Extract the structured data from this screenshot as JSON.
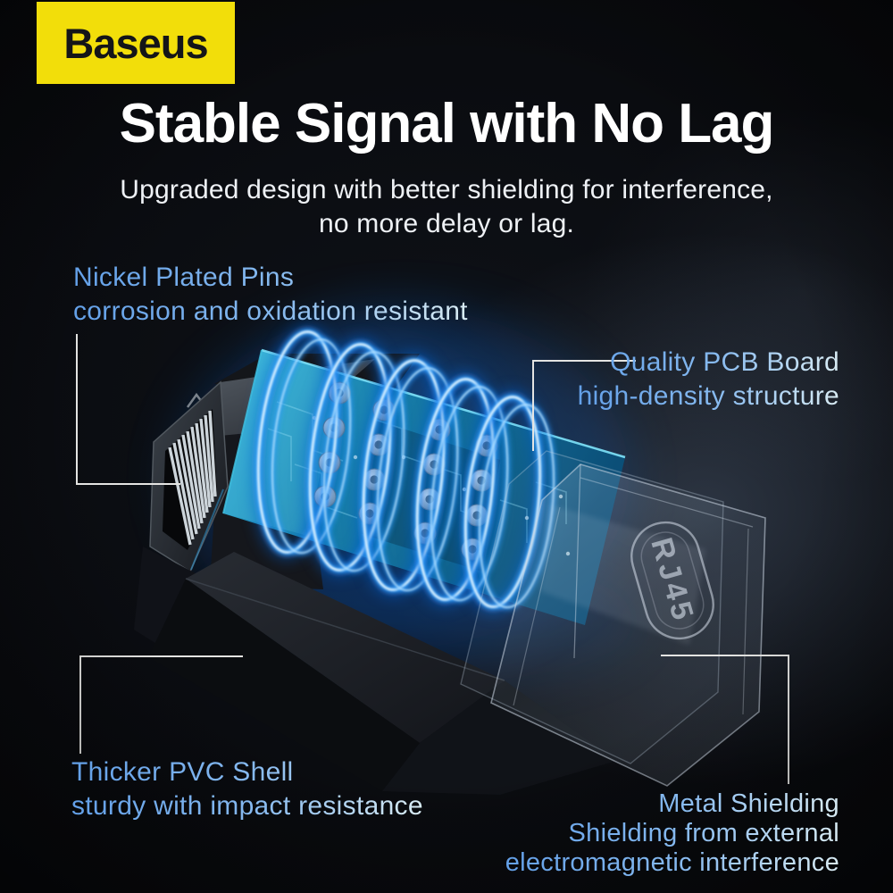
{
  "brand": {
    "name": "Baseus",
    "logo_bg_color": "#F2DE0A",
    "logo_text_color": "#141518"
  },
  "header": {
    "title": "Stable Signal with No Lag",
    "subtitle_line1": "Upgraded design with better shielding for interference,",
    "subtitle_line2": "no more delay or lag."
  },
  "callouts": {
    "nickel_pins": {
      "title": "Nickel Plated Pins",
      "desc": "corrosion and oxidation resistant"
    },
    "pcb_board": {
      "title": "Quality PCB Board",
      "desc": "high-density structure"
    },
    "pvc_shell": {
      "title": "Thicker PVC Shell",
      "desc": "sturdy with impact resistance"
    },
    "metal_shielding": {
      "title": "Metal Shielding",
      "desc_line1": "Shielding from external",
      "desc_line2": "electromagnetic interference"
    }
  },
  "diagram": {
    "connector_label": "RJ45"
  },
  "colors": {
    "background": "#07080B",
    "title_white": "#FFFFFF",
    "label_gradient_start": "#63A0E8",
    "label_gradient_end": "#D9ECF4",
    "ring_glow_blue": "#2F9DFF",
    "ring_core": "#D8F0FF",
    "pcb_teal": "#1E8FB8",
    "callout_line": "#E4E4E2",
    "housing_gray": "#2A2E34"
  }
}
